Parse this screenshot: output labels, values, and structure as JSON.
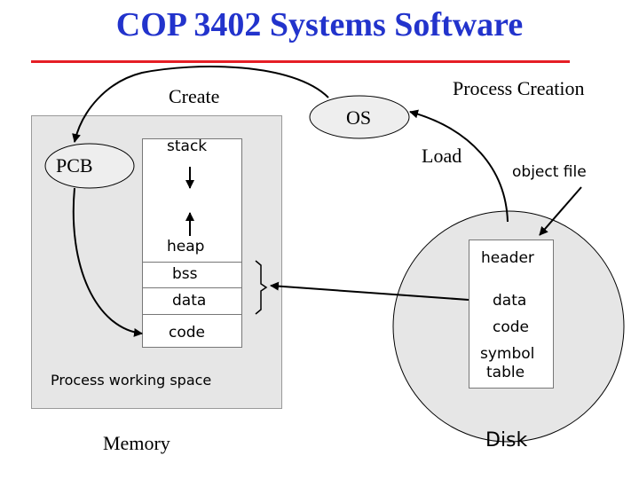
{
  "title": "COP 3402 Systems Software",
  "colors": {
    "title": "#2233cc",
    "rule": "#e51e25",
    "panel": "#e6e6e6",
    "disk": "#e6e6e6"
  },
  "labels": {
    "create": "Create",
    "process_creation": "Process Creation",
    "os": "OS",
    "load": "Load",
    "pcb": "PCB",
    "object_file": "object file",
    "memory": "Memory",
    "disk": "Disk",
    "process_working_space": "Process working space"
  },
  "memory_segments": {
    "stack": "stack",
    "heap": "heap",
    "bss": "bss",
    "data": "data",
    "code": "code"
  },
  "disk_segments": {
    "header": "header",
    "data": "data",
    "code": "code",
    "symbol_table_line1": "symbol",
    "symbol_table_line2": "table"
  }
}
